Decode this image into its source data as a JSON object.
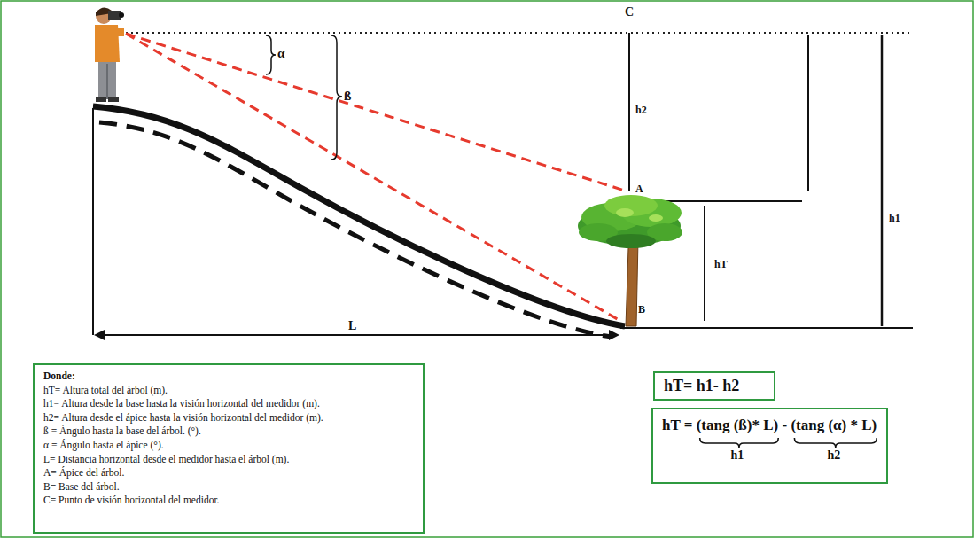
{
  "diagram": {
    "nodes": [
      {
        "text": [
          "Donde:",
          "hT= Altura total del árbol (m).",
          "h1= Altura desde la base hasta la visión horizontal del medidor (m).",
          "h2= Altura desde el ápice hasta la visión horizontal del medidor (m).",
          "ß = Ángulo hasta la base del árbol. (°).",
          "α = Ángulo hasta el ápice (°).",
          "L= Distancia horizontal desde el medidor hasta el árbol (m).",
          "A= Ápice del árbol.",
          "B= Base del árbol.",
          "C= Punto de visión horizontal del medidor."
        ]
      },
      {
        "text": [
          "hT= h1- h2"
        ]
      },
      {
        "text": [
          "hT = (tang (ß)* L) - (tang (α) * L)",
          "h1",
          "h2"
        ]
      }
    ],
    "labels": [
      "C",
      "α",
      "ß",
      "h2",
      "A",
      "h1",
      "hT",
      "B",
      "L"
    ]
  }
}
